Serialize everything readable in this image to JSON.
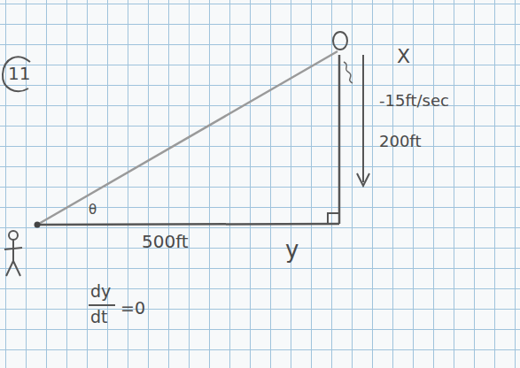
{
  "diagram": {
    "labels": [
      "11",
      "X",
      "-15ft/sec",
      "200ft",
      "θ",
      "500ft",
      "y",
      "dy",
      "dt",
      "=0"
    ]
  }
}
